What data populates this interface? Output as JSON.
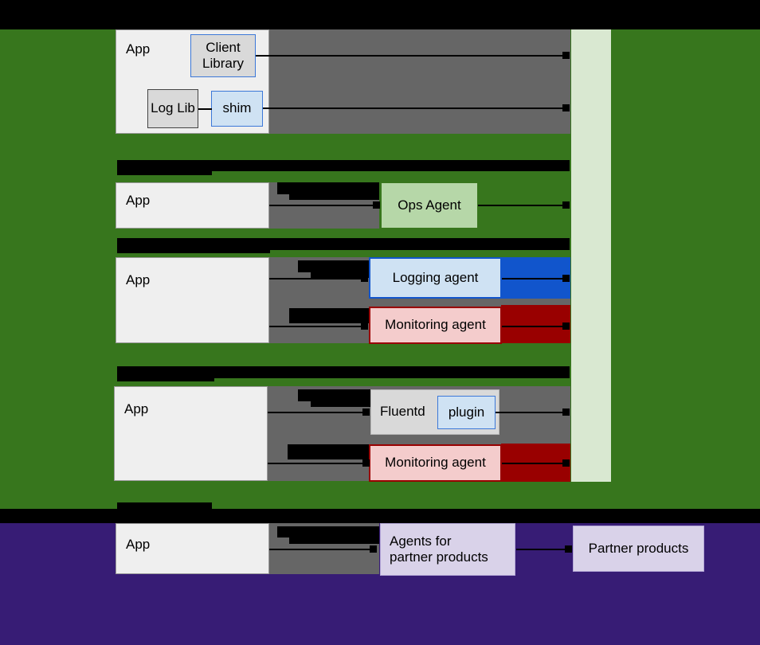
{
  "diagram": {
    "title_bar_redacted": true,
    "bands": {
      "top_black": "#000000",
      "green": "#37761d",
      "mid_black": "#000000",
      "purple": "#371c75"
    },
    "pipeline_column": {
      "name": "google-cloud-pipeline-column",
      "color": "#d9e8d1"
    }
  },
  "rows": [
    {
      "id": "row-client-library",
      "app_label": "App",
      "nodes": [
        {
          "id": "client-library",
          "label": "Client Library",
          "style": "node-gray"
        },
        {
          "id": "log-lib",
          "label": "Log Lib",
          "style": "node-gray-plain"
        },
        {
          "id": "shim",
          "label": "shim",
          "style": "node-blue"
        }
      ],
      "redaction_color": "#666666"
    },
    {
      "id": "row-ops-agent",
      "heading_redacted": true,
      "app_label": "App",
      "nodes": [
        {
          "id": "ops-agent",
          "label": "Ops Agent",
          "style": "node-lightgreen"
        }
      ],
      "redaction_color": "#666666"
    },
    {
      "id": "row-logging-monitoring-agents",
      "heading_redacted": true,
      "app_label": "App",
      "nodes": [
        {
          "id": "logging-agent",
          "label": "Logging agent",
          "style": "node-bluemid",
          "redaction_color": "#1155cc"
        },
        {
          "id": "monitoring-agent",
          "label": "Monitoring agent",
          "style": "node-red",
          "redaction_color": "#990000"
        }
      ],
      "redaction_color": "#666666"
    },
    {
      "id": "row-fluentd",
      "heading_redacted": true,
      "app_label": "App",
      "nodes": [
        {
          "id": "fluentd",
          "label": "Fluentd",
          "style": "node-lightgray"
        },
        {
          "id": "plugin",
          "label": "plugin",
          "style": "node-blue"
        },
        {
          "id": "monitoring-agent-2",
          "label": "Monitoring agent",
          "style": "node-red",
          "redaction_color": "#990000"
        }
      ],
      "redaction_color": "#666666"
    },
    {
      "id": "row-partner-products",
      "heading_redacted": true,
      "app_label": "App",
      "nodes": [
        {
          "id": "partner-agents",
          "label": "Agents for partner products",
          "style": "node-lavender"
        },
        {
          "id": "partner-products",
          "label": "Partner products",
          "style": "node-lavender"
        }
      ],
      "redaction_color": "#666666"
    }
  ],
  "labels": {
    "app": "App",
    "client_library": "Client Library",
    "log_lib": "Log Lib",
    "shim": "shim",
    "ops_agent": "Ops Agent",
    "logging_agent": "Logging agent",
    "monitoring_agent": "Monitoring agent",
    "fluentd": "Fluentd",
    "plugin": "plugin",
    "partner_agents_line1": "Agents for",
    "partner_agents_line2": "partner products",
    "partner_products": "Partner products"
  }
}
